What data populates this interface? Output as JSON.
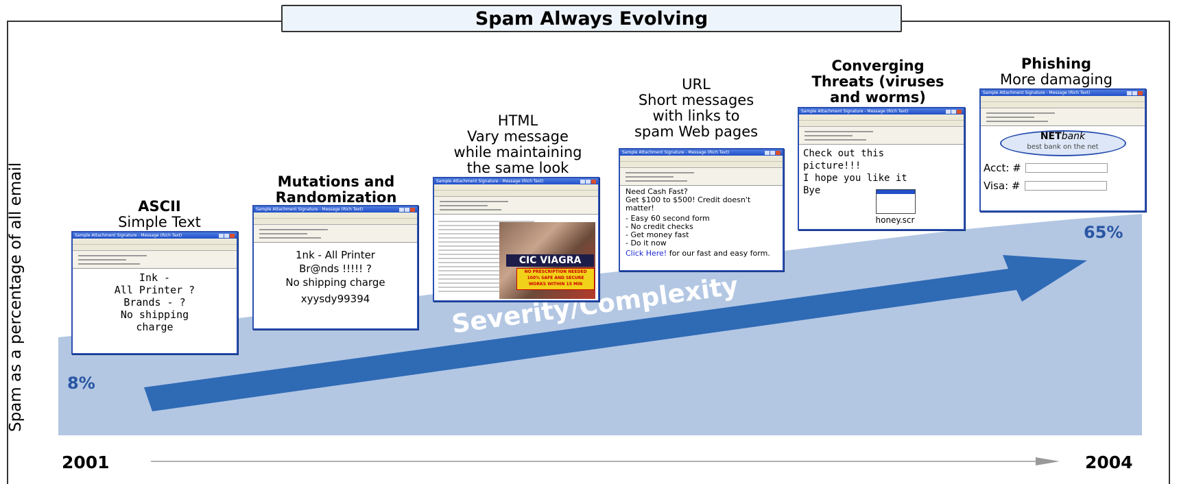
{
  "title": "Spam Always Evolving",
  "y_axis_label": "Spam as a percentage of all email",
  "years": {
    "start": "2001",
    "end": "2004"
  },
  "growth": {
    "start_value": "8%",
    "end_value": "65%",
    "start_pct": 8,
    "end_pct": 65
  },
  "arrow_label": "Severity/Complexity",
  "colors": {
    "fill": "#b3c7e3",
    "arrow": "#2f6ab5",
    "accent": "#2a56a3",
    "window_border": "#2a4fb0"
  },
  "stages": [
    {
      "heading": "ASCII",
      "subtitle": [
        "Simple Text"
      ],
      "window_title": "Sample Attachment Signature - Message (Rich Text)",
      "body": [
        "Ink -",
        "All Printer ?",
        "Brands - ?",
        "No shipping",
        "charge"
      ]
    },
    {
      "heading": "Mutations and",
      "subtitle": [
        "Randomization"
      ],
      "window_title": "Sample Attachment Signature - Message (Rich Text)",
      "body": [
        "1nk - All Printer",
        "Br@nds !!!!! ?",
        "No shipping charge",
        "xyysdy99394"
      ]
    },
    {
      "heading": "HTML",
      "subtitle": [
        "Vary message",
        "while maintaining",
        "the same look"
      ],
      "window_title": "Sample Attachment Signature - Message (Rich Text)",
      "body": [
        "CIC VIAGRA",
        "NO PRESCRIPTION NEEDED",
        "100% SAFE AND SECURE",
        "WORKS WITHIN 15 MIN"
      ]
    },
    {
      "heading": "URL",
      "subtitle": [
        "Short messages",
        "with links to",
        "spam Web pages"
      ],
      "window_title": "Sample Attachment Signature - Message (Rich Text)",
      "body": [
        "Need Cash Fast?",
        "Get $100 to $500! Credit doesn't matter!",
        "- Easy 60 second form",
        "- No credit checks",
        "- Get money fast",
        "- Do it now"
      ],
      "link_text": "Click Here!",
      "link_tail": "for our fast and easy form."
    },
    {
      "heading": "Converging",
      "subtitle": [
        "Threats (viruses",
        "and worms)"
      ],
      "window_title": "Sample Attachment Signature - Message (Rich Text)",
      "body": [
        "Check out this",
        "picture!!!",
        "I hope you like it",
        "Bye"
      ],
      "attachment": "honey.scr"
    },
    {
      "heading": "Phishing",
      "subtitle": [
        "More damaging"
      ],
      "window_title": "Sample Attachment Signature - Message (Rich Text)",
      "bank_name_bold": "NET",
      "bank_name_italic": "bank",
      "bank_tagline": "best bank on the net",
      "fields": [
        "Acct: #",
        "Visa: #"
      ]
    }
  ]
}
